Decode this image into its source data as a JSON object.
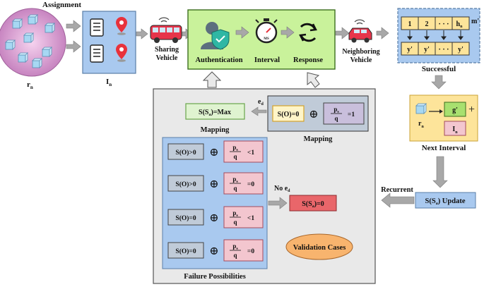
{
  "labels": {
    "assignment": "Assignment",
    "rn": "r",
    "rn_sub": "n",
    "In": "I",
    "In_sub": "n",
    "sharing_vehicle_1": "Sharing",
    "sharing_vehicle_2": "Vehicle",
    "authentication": "Authentication",
    "interval": "Interval",
    "response": "Response",
    "ms": "MS",
    "neighboring_1": "Neighboring",
    "neighboring_2": "Vehicle",
    "successful": "Successful",
    "m_prime": "m'",
    "next_interval": "Next Interval",
    "g_prime": "g'",
    "plus": "+",
    "rn2": "r",
    "rn2_sub": "n",
    "In2": "I",
    "In2_sub": "n",
    "recurrent": "Recurrent",
    "update_main": "S(S",
    "update_sub": "a",
    "update_tail": ") Update",
    "mapping_top": "Mapping",
    "mapping_right": "Mapping",
    "ed": "e",
    "ed_sub": "d",
    "no_ed": "No e",
    "no_ed_sub": "d",
    "failure_possibilities": "Failure Possibilities",
    "validation_cases": "Validation Cases"
  },
  "grid": {
    "row1": [
      "1",
      "2",
      "· · ·",
      "h"
    ],
    "row1_last_sub": "n",
    "row2": [
      "y'",
      "y'",
      "· · ·",
      "y'"
    ]
  },
  "formulas": {
    "s_o_eq0": "S(O)=0",
    "s_sa_max_main": "S(S",
    "s_sa_max_sub": "a",
    "s_sa_max_tail": ")=Max",
    "s_sa_zero_main": "S(S",
    "s_sa_zero_sub": "a",
    "s_sa_zero_tail": ")=0",
    "ps": "p",
    "ps_sub": "s",
    "q": "q",
    "eq1": "=1",
    "failures": [
      {
        "left": "S(O)>0",
        "rel": "<1"
      },
      {
        "left": "S(O)>0",
        "rel": "=0"
      },
      {
        "left": "S(O)=0",
        "rel": "<1"
      },
      {
        "left": "S(O)=0",
        "rel": "=0"
      }
    ],
    "oplus": "⊕"
  },
  "colors": {
    "green_box": "#c9f29b",
    "blue_box": "#a9c9ef",
    "yellow_box": "#fde49a",
    "gray_panel": "#e9e9e9",
    "slate_box": "#c0cbd8",
    "purple_box": "#c9bfdc",
    "pink_box": "#f3c6cf",
    "red_box": "#e9666a",
    "orange_ellipse": "#f8b46e",
    "arrow_gray": "#a8a8a8"
  }
}
